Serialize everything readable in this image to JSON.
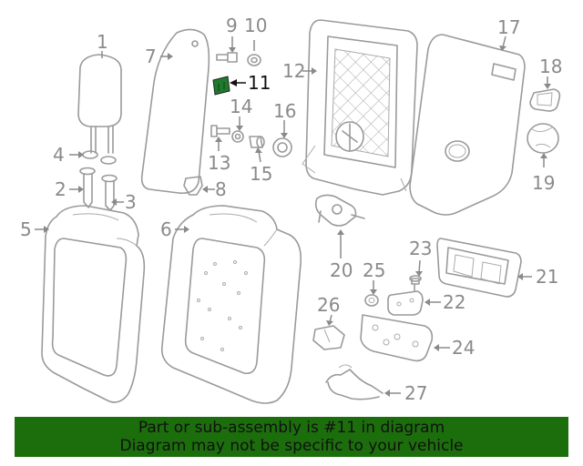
{
  "callouts": {
    "c1": "1",
    "c2": "2",
    "c3": "3",
    "c4": "4",
    "c5": "5",
    "c6": "6",
    "c7": "7",
    "c8": "8",
    "c9": "9",
    "c10": "10",
    "c11": "11",
    "c12": "12",
    "c13": "13",
    "c14": "14",
    "c15": "15",
    "c16": "16",
    "c17": "17",
    "c18": "18",
    "c19": "19",
    "c20": "20",
    "c21": "21",
    "c22": "22",
    "c23": "23",
    "c24": "24",
    "c25": "25",
    "c26": "26",
    "c27": "27"
  },
  "highlighted_part": "11",
  "highlight_color": "#1f7a2e",
  "banner": {
    "line1": "Part or sub-assembly is #11 in diagram",
    "line2": "Diagram may not be specific to your vehicle",
    "background": "#1c6e0c"
  }
}
